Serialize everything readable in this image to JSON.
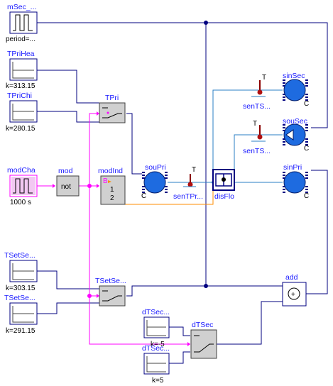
{
  "blocks": {
    "mSec": {
      "name": "mSec_...",
      "param": "period=..."
    },
    "TPriHea": {
      "name": "TPriHea",
      "param": "k=313.15"
    },
    "TPriChi": {
      "name": "TPriChi",
      "param": "k=280.15"
    },
    "modCha": {
      "name": "modCha",
      "param": "1000 s"
    },
    "mod": {
      "name": "mod",
      "inner": "not"
    },
    "modInd": {
      "name": "modInd",
      "inner_b": "B",
      "inner_1": "1",
      "inner_2": "2"
    },
    "TPri": {
      "name": "TPri"
    },
    "souPri": {
      "name": "souPri",
      "port": "C"
    },
    "senTPri": {
      "name": "senTPr...",
      "var": "T"
    },
    "disFlo": {
      "name": "disFlo"
    },
    "sinPri": {
      "name": "sinPri",
      "port": "C"
    },
    "senTSup": {
      "name": "senTS...",
      "var": "T"
    },
    "sinSec": {
      "name": "sinSec",
      "port": "C"
    },
    "senTSec": {
      "name": "senTS...",
      "var": "T"
    },
    "souSec": {
      "name": "souSec",
      "port": "C"
    },
    "TSetSecHea": {
      "name": "TSetSe...",
      "param": "k=303.15"
    },
    "TSetSecChi": {
      "name": "TSetSe...",
      "param": "k=291.15"
    },
    "TSetSec": {
      "name": "TSetSe..."
    },
    "add": {
      "name": "add",
      "inner": "+"
    },
    "dTSecHea": {
      "name": "dTSec...",
      "param": "k=-5"
    },
    "dTSecChi": {
      "name": "dTSec...",
      "param": "k=5"
    },
    "dTSec": {
      "name": "dTSec"
    }
  },
  "colors": {
    "signal": "#00007f",
    "boolean": "#ff00ff",
    "fluid": "#2a7fc4",
    "integer": "#ff8c00",
    "label": "#1a1aff"
  }
}
